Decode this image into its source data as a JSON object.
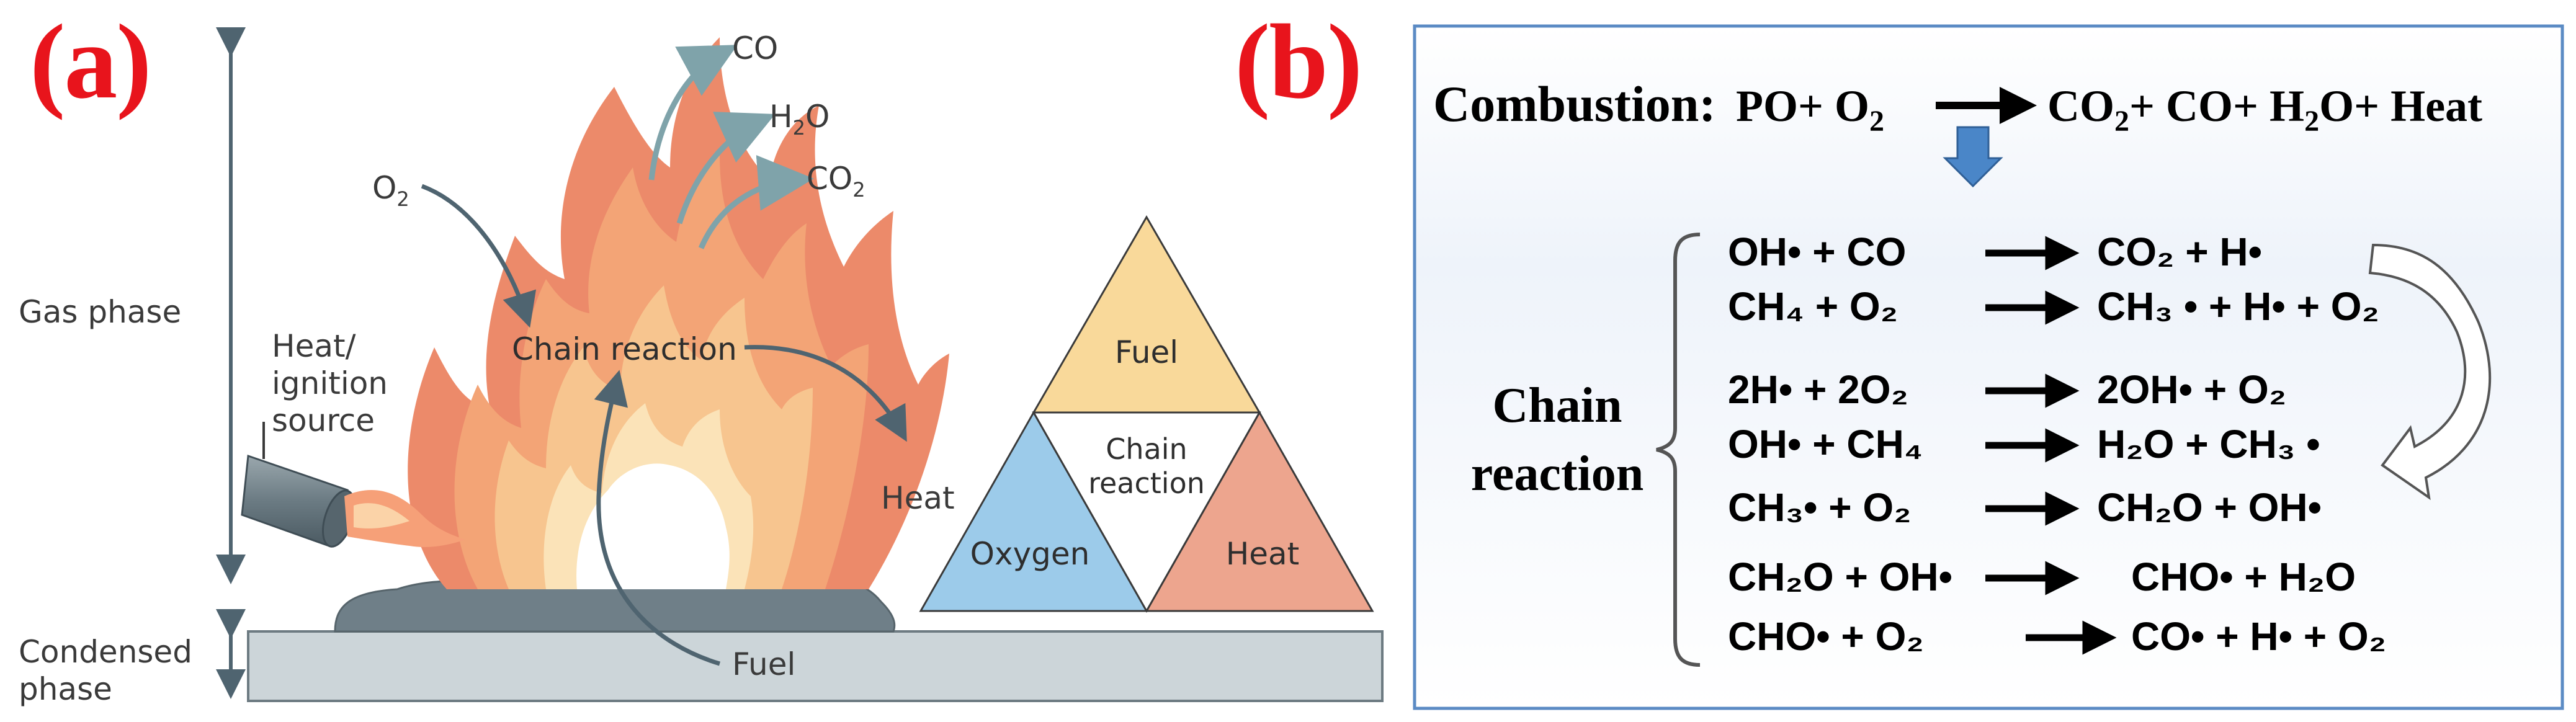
{
  "panel_a": {
    "label": "(a)",
    "gas_phase": "Gas phase",
    "condensed_phase_line1": "Condensed",
    "condensed_phase_line2": "phase",
    "heat_source_line1": "Heat/",
    "heat_source_line2": "ignition",
    "heat_source_line3": "source",
    "o2_main": "O",
    "o2_sub": "2",
    "co": "CO",
    "h2o_h": "H",
    "h2o_sub": "2",
    "h2o_o": "O",
    "co2_main": "CO",
    "co2_sub": "2",
    "chain_reaction": "Chain reaction",
    "heat_out": "Heat",
    "fuel_in": "Fuel",
    "triangle": {
      "fuel": "Fuel",
      "oxygen": "Oxygen",
      "heat": "Heat",
      "center_line1": "Chain",
      "center_line2": "reaction"
    }
  },
  "panel_b": {
    "label": "(b)",
    "combustion": {
      "title": "Combustion:",
      "reactants_a": "PO+ O",
      "reactants_sub": "2",
      "products_a": "CO",
      "products_sub1": "2",
      "products_b": "+ CO+ H",
      "products_sub2": "2",
      "products_c": "O+ Heat"
    },
    "chain_label_line1": "Chain",
    "chain_label_line2": "reaction",
    "reactions": [
      {
        "lhs": "OH• + CO",
        "rhs": "CO₂ + H•"
      },
      {
        "lhs": "CH₄ + O₂",
        "rhs": "CH₃ • + H• + O₂"
      },
      {
        "lhs": "2H• + 2O₂",
        "rhs": "2OH•  + O₂"
      },
      {
        "lhs": "OH• + CH₄",
        "rhs": "H₂O + CH₃ •"
      },
      {
        "lhs": "CH₃• + O₂",
        "rhs": "CH₂O + OH•"
      },
      {
        "lhs": "CH₂O + OH•",
        "rhs": "CHO• + H₂O"
      },
      {
        "lhs": "CHO• + O₂",
        "rhs": "CO• + H• + O₂"
      }
    ]
  },
  "colors": {
    "label_red": "#e8141c",
    "flame_outer": "#ec8a6a",
    "flame_mid": "#f3a476",
    "flame_inner": "#f7c58f",
    "flame_core": "#fbe3b8",
    "arrow_teal": "#7fa3aa",
    "arrow_slate": "#4f6470",
    "triangle_fuel": "#f9d99a",
    "triangle_oxygen": "#9ccbea",
    "triangle_heat": "#eda58e",
    "panel_b_border": "#5b8bc4",
    "panel_b_arrow": "#4a86c8"
  }
}
